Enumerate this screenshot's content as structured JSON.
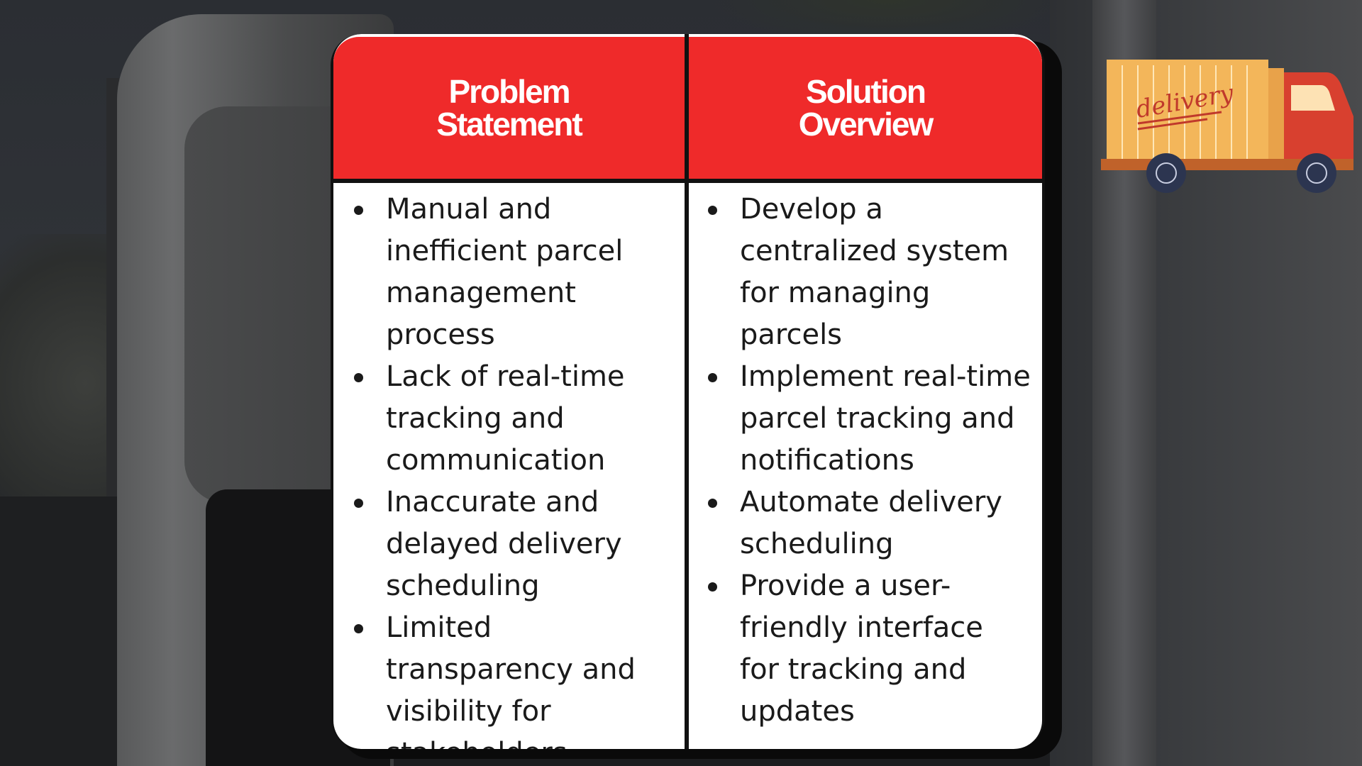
{
  "table": {
    "left_header": [
      "Problem",
      "Statement"
    ],
    "right_header": [
      "Solution",
      "Overview"
    ],
    "problems": [
      "Manual and inefficient parcel management process",
      "Lack of real-time tracking and communication",
      "Inaccurate and delayed delivery scheduling",
      "Limited transparency and visibility for stakeholders"
    ],
    "solutions": [
      "Develop a centralized system for managing parcels",
      "Implement real-time parcel tracking and notifications",
      "Automate delivery scheduling",
      "Provide a user-friendly interface for tracking and updates"
    ]
  },
  "truck": {
    "label": "delivery",
    "cargo_color": "#f3b65a",
    "cab_color": "#d8402f",
    "icon": "delivery-truck-icon"
  },
  "colors": {
    "header": "#ef2a2a",
    "text": "#1a1a1a",
    "card": "#ffffff"
  }
}
